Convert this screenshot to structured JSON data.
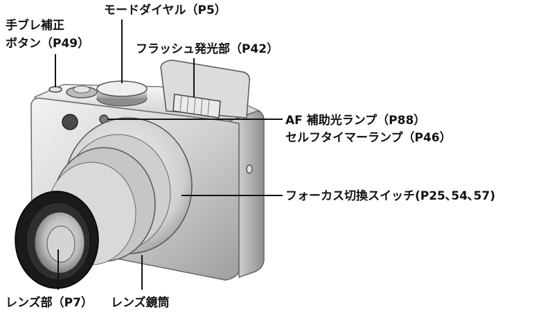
{
  "labels": {
    "stabilizer_line1": "手ブレ補正",
    "stabilizer_line2": "ボタン（P49）",
    "mode_dial": "モードダイヤル（P5）",
    "flash": "フラッシュ発光部（P42）",
    "af_lamp_line1": "AF 補助光ランプ（P88）",
    "af_lamp_line2": "セルフタイマーランプ（P46）",
    "focus_switch": "フォーカス切換スイッチ(P25､54､57)",
    "lens": "レンズ部（P7）",
    "lens_barrel": "レンズ鏡筒"
  },
  "colors": {
    "body_silver": "#cfcfcf",
    "lens_black": "#1a1a1a",
    "text": "#111111"
  }
}
